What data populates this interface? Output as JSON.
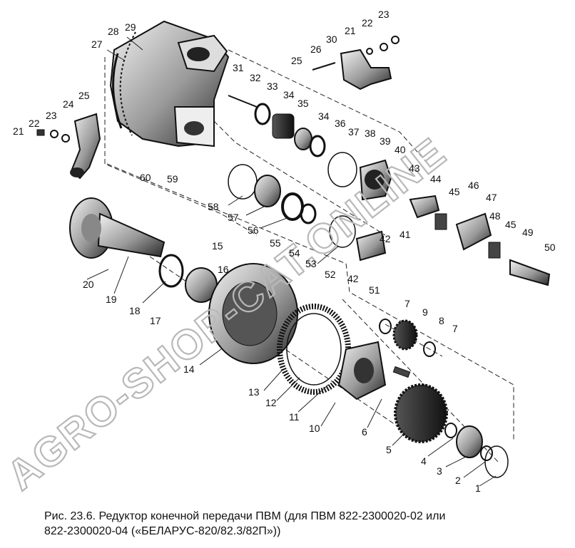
{
  "watermark": "AGRO-SHOP-CAT.ONLINE",
  "caption": {
    "line1": "Рис. 23.6. Редуктор конечной передачи ПВМ (для ПВМ 822-2300020-02 или",
    "line2": "822-2300020-04 («БЕЛАРУС-820/82.3/82П»))"
  },
  "callouts": {
    "n1": "1",
    "n2": "2",
    "n3": "3",
    "n4": "4",
    "n5": "5",
    "n6": "6",
    "n7a": "7",
    "n7b": "7",
    "n8": "8",
    "n9": "9",
    "n10": "10",
    "n11": "11",
    "n12": "12",
    "n13": "13",
    "n14": "14",
    "n15": "15",
    "n16": "16",
    "n17": "17",
    "n18": "18",
    "n19": "19",
    "n20": "20",
    "n21a": "21",
    "n21b": "21",
    "n22a": "22",
    "n22b": "22",
    "n23a": "23",
    "n23b": "23",
    "n24": "24",
    "n25a": "25",
    "n25b": "25",
    "n26": "26",
    "n27": "27",
    "n28": "28",
    "n29": "29",
    "n30": "30",
    "n31": "31",
    "n32": "32",
    "n33": "33",
    "n34a": "34",
    "n34b": "34",
    "n35": "35",
    "n36": "36",
    "n37": "37",
    "n38": "38",
    "n39": "39",
    "n40": "40",
    "n41": "41",
    "n42a": "42",
    "n42b": "42",
    "n43": "43",
    "n44": "44",
    "n45a": "45",
    "n45b": "45",
    "n46": "46",
    "n47": "47",
    "n48": "48",
    "n49": "49",
    "n50": "50",
    "n51": "51",
    "n52": "52",
    "n53": "53",
    "n54": "54",
    "n55": "55",
    "n56": "56",
    "n57": "57",
    "n58": "58",
    "n59": "59",
    "n60": "60"
  }
}
